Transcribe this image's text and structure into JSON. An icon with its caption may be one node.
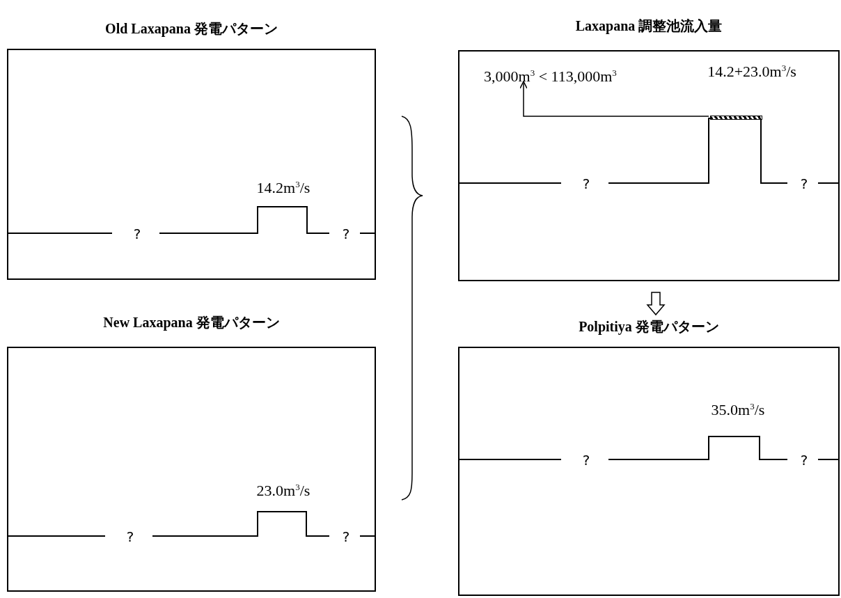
{
  "diagram": {
    "nodes": [
      {
        "text": [
          "Old Laxapana 発電パターン",
          "14.2m$^{3}$/s",
          "?",
          "?"
        ]
      },
      {
        "text": [
          "New Laxapana 発電パターン",
          "23.0m$^{3}$/s",
          "?",
          "?"
        ]
      },
      {
        "text": [
          "Laxapana 調整池流入量",
          "14.2+23.0m$^{3}$/s",
          "?",
          "?"
        ]
      },
      {
        "text": [
          "3,000m$^{3}$ < 113,000m$^{3}$"
        ],
        "in": 2
      },
      {
        "text": [],
        "shape": "bar",
        "in": 2
      },
      {
        "text": [
          "Polpitiya 発電パターン",
          "35.0m$^{3}$/s",
          "?",
          "?"
        ]
      }
    ],
    "edges": [
      {
        "from": 4,
        "to": 3,
        "arrow": "to"
      },
      {
        "from": 2,
        "to": 5,
        "arrow": "to"
      }
    ]
  }
}
